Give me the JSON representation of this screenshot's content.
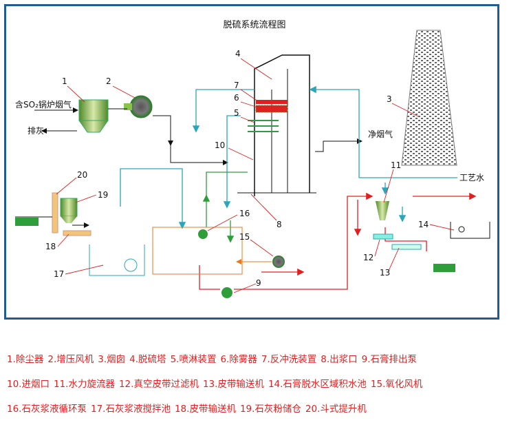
{
  "title": "脱硫系统流程图",
  "labels": {
    "inlet": "含SO₂锅炉烟气",
    "ash": "排灰",
    "clean_gas": "净烟气",
    "process_water": "工艺水"
  },
  "numbers": [
    "1",
    "2",
    "3",
    "4",
    "5",
    "6",
    "7",
    "8",
    "9",
    "10",
    "11",
    "12",
    "13",
    "14",
    "15",
    "16",
    "17",
    "18",
    "19",
    "20"
  ],
  "legend": [
    [
      "1.除尘器",
      "2.增压风机",
      "3.烟囱",
      "4.脱硫塔",
      "5.喷淋装置",
      "6.除雾器",
      "7.反冲洗装置",
      "8.出浆口",
      "9.石膏排出泵"
    ],
    [
      "10.进烟口",
      "11.水力旋流器",
      "12.真空皮带过滤机",
      "13.皮带输送机",
      "14.石膏脱水区域积水池",
      "15.氧化风机"
    ],
    [
      "16.石灰浆液循环泵",
      "17.石灰浆液搅拌池",
      "18.皮带输送机",
      "19.石灰粉储仓",
      "20.斗式提升机"
    ]
  ],
  "colors": {
    "frame": "#1f5c96",
    "gas": "#111111",
    "water": "#2aa6b8",
    "slurry": "#e02020",
    "lime": "#2e9e3a",
    "air": "#e87a1e",
    "chimney": "#888888"
  }
}
